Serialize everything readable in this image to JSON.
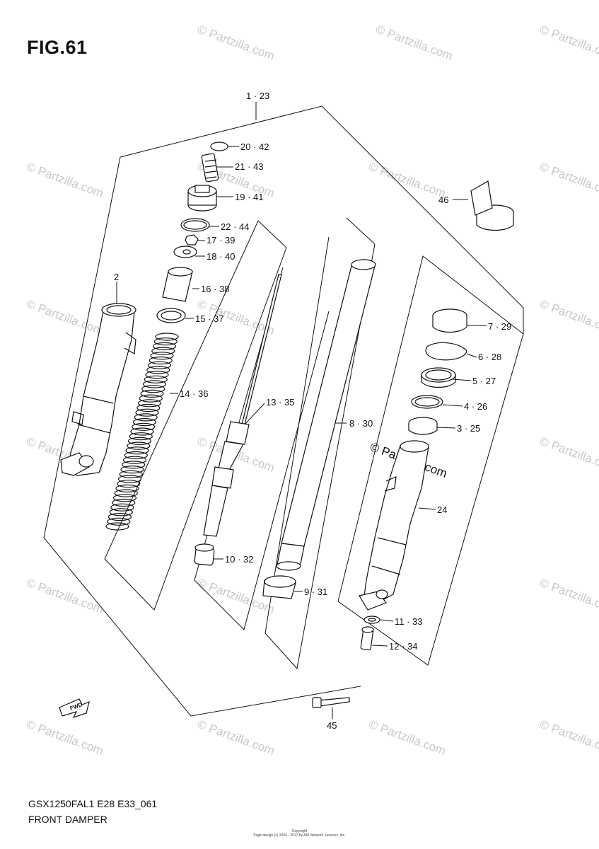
{
  "figure": {
    "title": "FIG.61"
  },
  "footer": {
    "model_code": "GSX1250FAL1 E28 E33_061",
    "section_name": "FRONT DAMPER"
  },
  "copyright": {
    "line1": "Copyright",
    "line2": "Page design (c) 2004 - 2017 by ARI Network Services, Inc."
  },
  "watermark": {
    "text": "© Partzilla.com"
  },
  "fwd_symbol": {
    "text": "FWD"
  },
  "callouts": {
    "c1_23": "1 · 23",
    "c2": "2",
    "c20_42": "20 · 42",
    "c21_43": "21 · 43",
    "c19_41": "19 · 41",
    "c22_44": "22 · 44",
    "c17_39": "17 · 39",
    "c18_40": "18 · 40",
    "c16_38": "16 · 38",
    "c15_37": "15 · 37",
    "c14_36": "14 · 36",
    "c13_35": "13 · 35",
    "c10_32": "10 · 32",
    "c8_30": "8 · 30",
    "c9_31": "9 · 31",
    "c46": "46",
    "c7_29": "7 · 29",
    "c6_28": "6 · 28",
    "c5_27": "5 · 27",
    "c4_26": "4 · 26",
    "c3_25": "3 · 25",
    "c24": "24",
    "c11_33": "11 · 33",
    "c12_34": "12 · 34",
    "c45": "45"
  }
}
